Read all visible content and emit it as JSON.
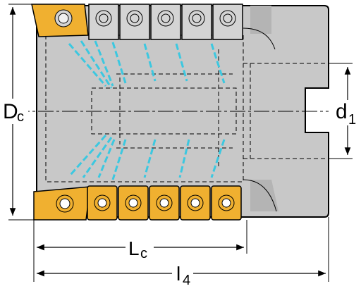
{
  "labels": {
    "dc_main": "D",
    "dc_sub": "c",
    "d1_main": "d",
    "d1_sub": "1",
    "lc_main": "L",
    "lc_sub": "c",
    "l4_main": "l",
    "l4_sub": "4"
  },
  "colors": {
    "body_fill": "#c8c8c8",
    "body_stroke": "#000000",
    "insert_fill": "#f0b030",
    "insert_pocket": "#d4d4d4",
    "coolant": "#3cc8e0"
  },
  "inserts": {
    "top_count": 6,
    "bottom_count": 6
  }
}
